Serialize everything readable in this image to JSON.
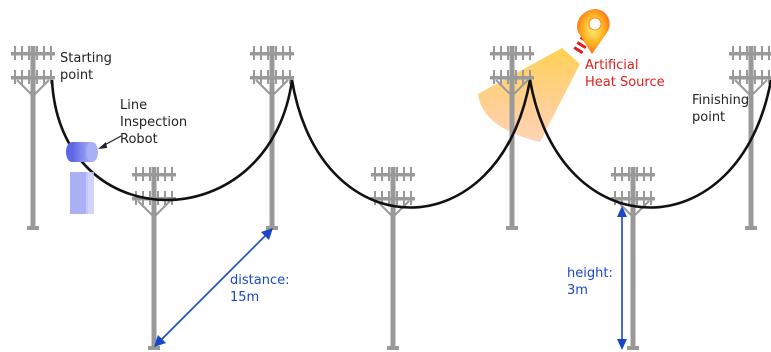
{
  "labels": {
    "starting_point": "Starting\npoint",
    "finishing_point": "Finishing\npoint",
    "robot": "Line\nInspection\nRobot",
    "heat_source": "Artificial\nHeat Source",
    "distance": "distance:\n15m",
    "height": "height:\n3m"
  },
  "colors": {
    "pole": "#999999",
    "cable": "#111111",
    "measure": "#1a46c8",
    "heat_text": "#e0201c",
    "robot": "#7b83f0",
    "heat_glow": "#ffc56b"
  },
  "icons": {
    "heat_source": "flame-heater-icon",
    "robot": "line-inspection-robot-icon",
    "pole": "transmission-pole-icon"
  }
}
